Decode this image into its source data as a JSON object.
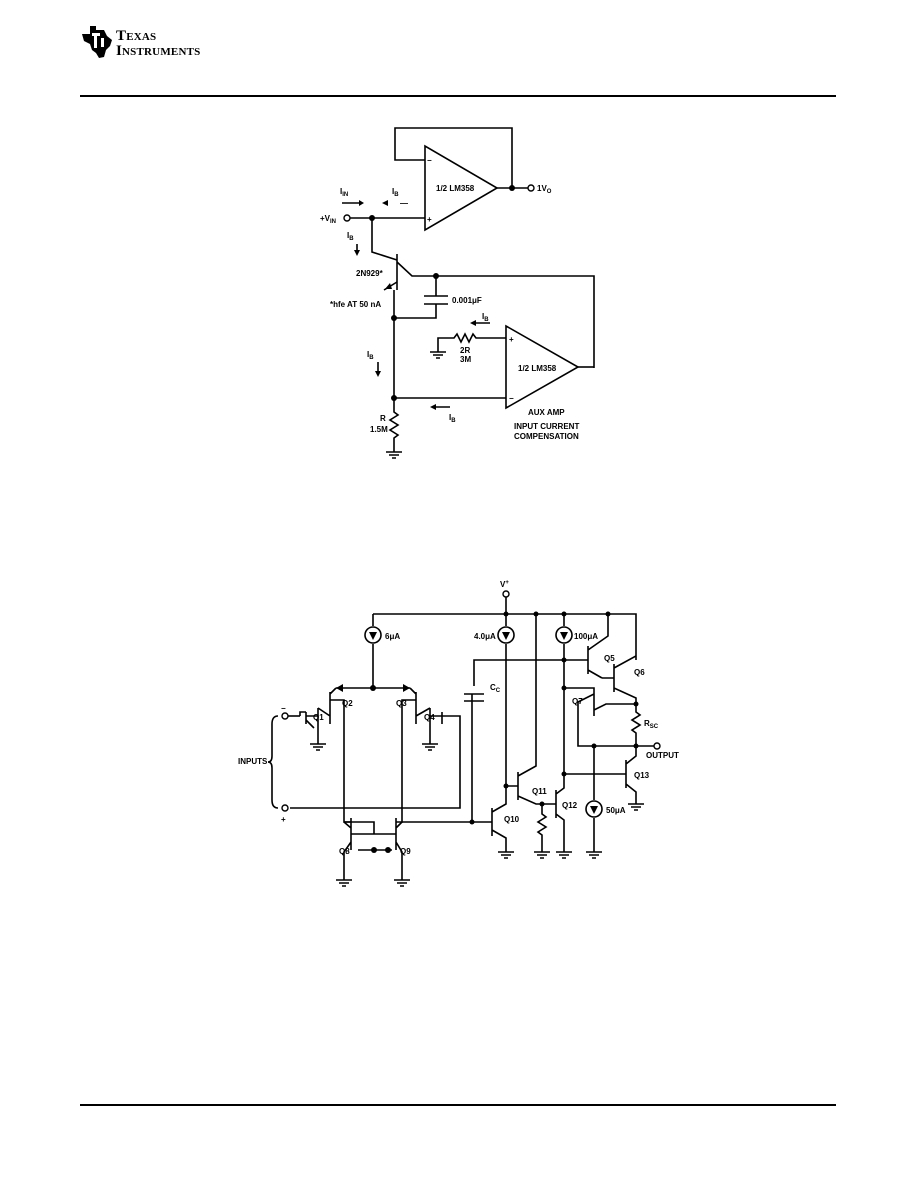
{
  "header": {
    "logo": {
      "icon": "ti-state-logo-icon",
      "line1": "Texas",
      "line2": "Instruments"
    }
  },
  "figure1": {
    "opamp_main": "1/2 LM358",
    "opamp_aux": "1/2 LM358",
    "output": "1V",
    "output_sub": "O",
    "input": "+V",
    "input_sub": "IN",
    "i_in": "I",
    "i_in_sub": "IN",
    "i_b": "I",
    "i_b_sub": "B",
    "i_b_dash": "—",
    "transistor": "2N929*",
    "transistor_note": "*hfe AT 50 nA",
    "capacitor": "0.001μF",
    "resistor_2r_name": "2R",
    "resistor_2r_value": "3M",
    "resistor_r_name": "R",
    "resistor_r_value": "1.5M",
    "aux_caption": "AUX AMP",
    "comp_line1": "INPUT CURRENT",
    "comp_line2": "COMPENSATION",
    "plus": "+",
    "minus": "−"
  },
  "figure2": {
    "supply": "V",
    "supply_sup": "+",
    "src_6ua": "6μA",
    "src_4ua": "4.0μA",
    "src_100ua": "100μA",
    "src_50ua": "50μA",
    "cap": "C",
    "cap_sub": "C",
    "rsc": "R",
    "rsc_sub": "SC",
    "output": "OUTPUT",
    "inputs": "INPUTS",
    "minus": "−",
    "plus": "+",
    "transistors": [
      "Q1",
      "Q2",
      "Q3",
      "Q4",
      "Q5",
      "Q6",
      "Q7",
      "Q8",
      "Q9",
      "Q10",
      "Q11",
      "Q12",
      "Q13"
    ]
  }
}
